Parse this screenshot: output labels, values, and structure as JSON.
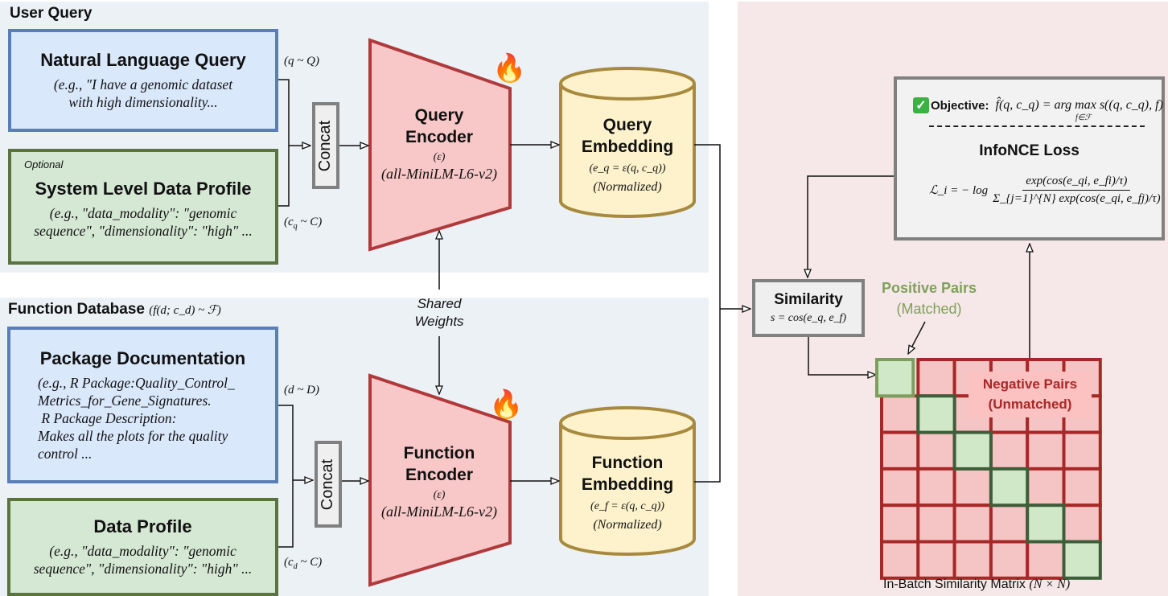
{
  "user_query": {
    "section_title": "User Query",
    "nl_query": {
      "title": "Natural Language Query",
      "body_lines": [
        "(e.g., \"I have a genomic dataset",
        "with high dimensionality..."
      ]
    },
    "system_profile": {
      "tag": "Optional",
      "title": "System Level Data Profile",
      "body_lines": [
        "(e.g., \"data_modality\": \"genomic",
        "sequence\", \"dimensionality\": \"high\" ..."
      ]
    },
    "q_label": "(q ~ Q)",
    "cq_label": "(c",
    "cq_sub": "q",
    "cq_rest": " ~ C)",
    "concat_label": "Concat"
  },
  "query_encoder": {
    "title_line1": "Query",
    "title_line2": "Encoder",
    "eps": "(ε)",
    "model": "(all-MiniLM-L6-v2)",
    "badge_icon": "fire-icon"
  },
  "query_embedding": {
    "title_line1": "Query",
    "title_line2": "Embedding",
    "equation": "(e_q = ε(q, c_q))",
    "note": "(Normalized)"
  },
  "shared_weights": {
    "line1": "Shared",
    "line2": "Weights"
  },
  "function_db": {
    "section_title": "Function Database",
    "section_math": "(f(d; c_d) ~ ℱ)",
    "package_doc": {
      "title": "Package Documentation",
      "body_lines": [
        "(e.g., R Package:Quality_Control_",
        "Metrics_for_Gene_Signatures.",
        " R Package Description:",
        "Makes all the plots for the quality",
        "control ..."
      ]
    },
    "data_profile": {
      "title": "Data Profile",
      "body_lines": [
        "(e.g., \"data_modality\": \"genomic",
        "sequence\", \"dimensionality\": \"high\" ..."
      ]
    },
    "d_label": "(d ~ D)",
    "cd_label": "(c",
    "cd_sub": "d",
    "cd_rest": " ~ C)",
    "concat_label": "Concat"
  },
  "function_encoder": {
    "title_line1": "Function",
    "title_line2": "Encoder",
    "eps": "(ε)",
    "model": "(all-MiniLM-L6-v2)",
    "badge_icon": "fire-icon"
  },
  "function_embedding": {
    "title_line1": "Function",
    "title_line2": "Embedding",
    "equation": "(e_f = ε(q, c_q))",
    "note": "(Normalized)"
  },
  "similarity": {
    "title": "Similarity",
    "equation": "s = cos(e_q, e_f)"
  },
  "objective": {
    "icon": "check-icon",
    "label": "Objective:",
    "equation": "f̂(q, c_q) = arg max_{f∈ℱ} s((q, c_q), f)",
    "eq_display": "f̂(q, c_q) = arg max s((q, c_q), f)",
    "eq_under": "f∈ℱ"
  },
  "loss": {
    "title": "InfoNCE Loss",
    "lhs": "ℒ_i = − log",
    "numerator": "exp(cos(e_qi, e_fi)/τ)",
    "denominator": "Σ_{j=1}^{N} exp(cos(e_qi, e_fj)/τ)"
  },
  "matrix": {
    "size": 6,
    "positive_label_line1": "Positive Pairs",
    "positive_label_line2": "(Matched)",
    "negative_label_line1": "Negative Pairs",
    "negative_label_line2": "(Unmatched)",
    "caption": "In-Batch Similarity Matrix ",
    "caption_math": "(N × N)"
  },
  "colors": {
    "panel_blue": "#ecf1f6",
    "panel_red": "#f6e8e8",
    "box_blue_fill": "#dae8fc",
    "box_blue_border": "#5a7fb8",
    "box_green_fill": "#d5e8d4",
    "box_green_border": "#5a7340",
    "encoder_fill": "#f8c8c8",
    "encoder_border": "#b0393b",
    "cylinder_fill": "#fdf2cc",
    "cylinder_border": "#a88a3e",
    "matrix_neg_fill": "#f5c4c4",
    "matrix_grid": "#a82828",
    "matrix_pos_fill": "#d0e8c8",
    "matrix_pos_border": "#3e5e3a",
    "positive_text": "#7ea05a",
    "negative_text": "#a82828"
  }
}
